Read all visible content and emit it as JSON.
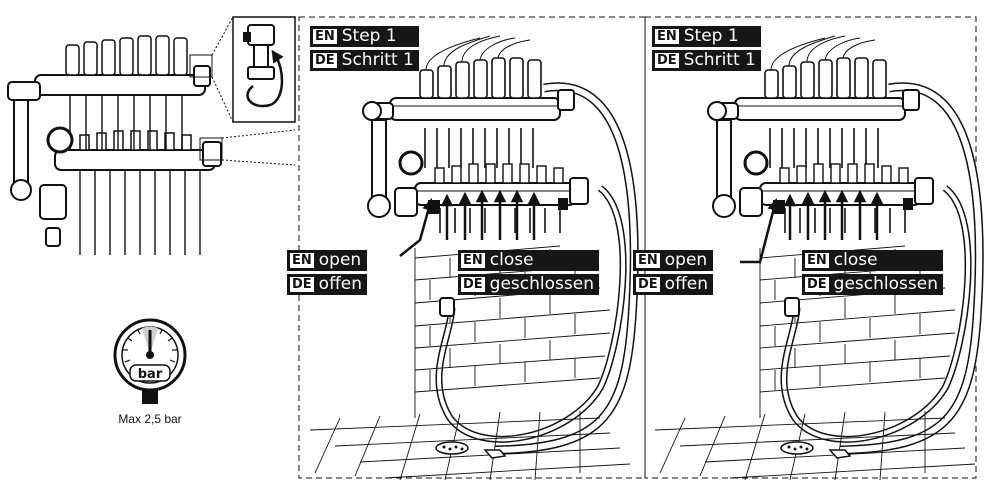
{
  "overview": {
    "gauge_unit": "bar",
    "gauge_caption": "Max 2,5 bar"
  },
  "panels": [
    {
      "step": {
        "en_tag": "EN",
        "en_text": "Step 1",
        "de_tag": "DE",
        "de_text": "Schritt 1"
      },
      "open": {
        "en_tag": "EN",
        "en_text": "open",
        "de_tag": "DE",
        "de_text": "offen"
      },
      "close": {
        "en_tag": "EN",
        "en_text": "close",
        "de_tag": "DE",
        "de_text": "geschlossen"
      }
    },
    {
      "step": {
        "en_tag": "EN",
        "en_text": "Step 1",
        "de_tag": "DE",
        "de_text": "Schritt 1"
      },
      "open": {
        "en_tag": "EN",
        "en_text": "open",
        "de_tag": "DE",
        "de_text": "offen"
      },
      "close": {
        "en_tag": "EN",
        "en_text": "close",
        "de_tag": "DE",
        "de_text": "geschlossen"
      }
    }
  ]
}
